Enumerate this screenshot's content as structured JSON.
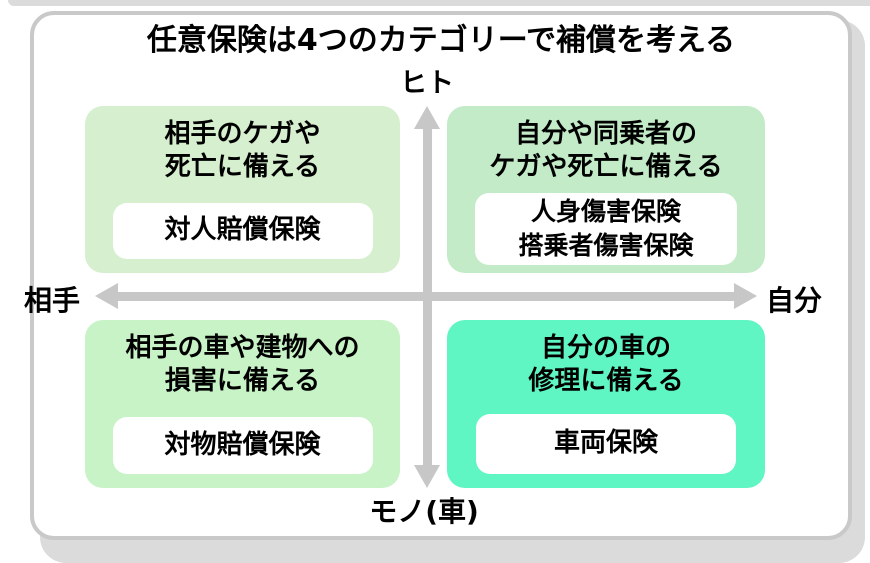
{
  "title": "任意保険は4つのカテゴリーで補償を考える",
  "axes": {
    "top": "ヒト",
    "bottom": "モノ(車)",
    "left": "相手",
    "right": "自分"
  },
  "quadrants": {
    "top_left": {
      "description": "相手のケガや\n死亡に備える",
      "insurance": "対人賠償保険",
      "bg_color": "#d6efce"
    },
    "top_right": {
      "description": "自分や同乗者の\nケガや死亡に備える",
      "insurance": "人身傷害保険\n搭乗者傷害保険",
      "bg_color": "#c3ebc8"
    },
    "bottom_left": {
      "description": "相手の車や建物への\n損害に備える",
      "insurance": "対物賠償保険",
      "bg_color": "#c8f3c6"
    },
    "bottom_right": {
      "description": "自分の車の\n修理に備える",
      "insurance": "車両保険",
      "bg_color": "#5ff6c3"
    }
  },
  "colors": {
    "arrow": "#c7c7c7",
    "card_border": "#c9c9c9",
    "card_bg": "#ffffff",
    "shadow": "#dbdbdb",
    "text": "#000000",
    "insurance_box_bg": "#ffffff"
  }
}
